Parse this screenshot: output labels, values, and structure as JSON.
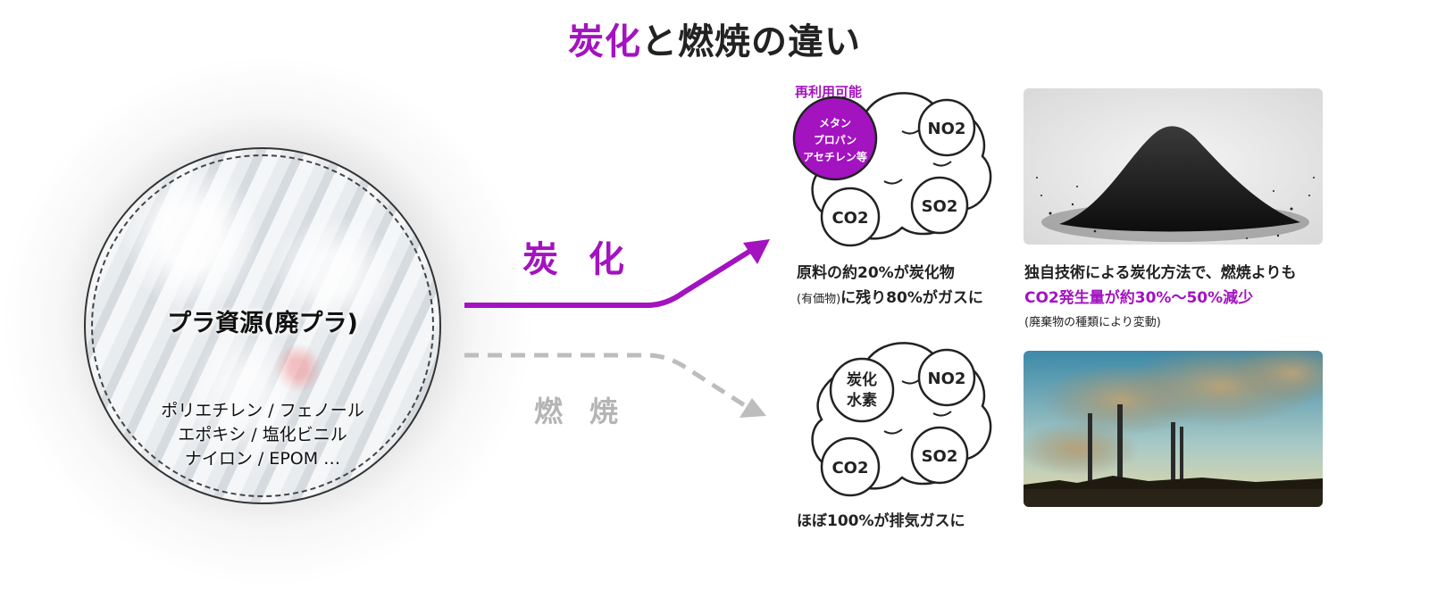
{
  "title": {
    "highlight": "炭化",
    "rest": "と燃焼の違い"
  },
  "resource": {
    "title": "プラ資源(廃プラ)",
    "items": [
      "ポリエチレン / フェノール",
      "エポキシ / 塩化ビニル",
      "ナイロン / EPOM …"
    ]
  },
  "carbonization": {
    "label": "炭化",
    "reusable_label": "再利用可能",
    "reusable_gases": [
      "メタン",
      "プロパン",
      "アセチレン等"
    ],
    "gases": {
      "no2": "NO2",
      "so2": "SO2",
      "co2": "CO2"
    },
    "result_line1": "原料の約20%が炭化物",
    "result_line2_small": "(有価物)",
    "result_line2": "に残り80%がガスに",
    "desc_line1": "独自技術による炭化方法で、燃焼よりも",
    "desc_line2": "CO2発生量が約30%〜50%減少",
    "desc_line3": "(廃棄物の種類により変動)"
  },
  "combustion": {
    "label": "燃焼",
    "gases": {
      "hydrocarbon_line1": "炭化",
      "hydrocarbon_line2": "水素",
      "no2": "NO2",
      "so2": "SO2",
      "co2": "CO2"
    },
    "result": "ほぼ100%が排気ガスに"
  },
  "colors": {
    "accent": "#a313bf",
    "gray": "#bdbdbd",
    "stroke": "#222222"
  }
}
